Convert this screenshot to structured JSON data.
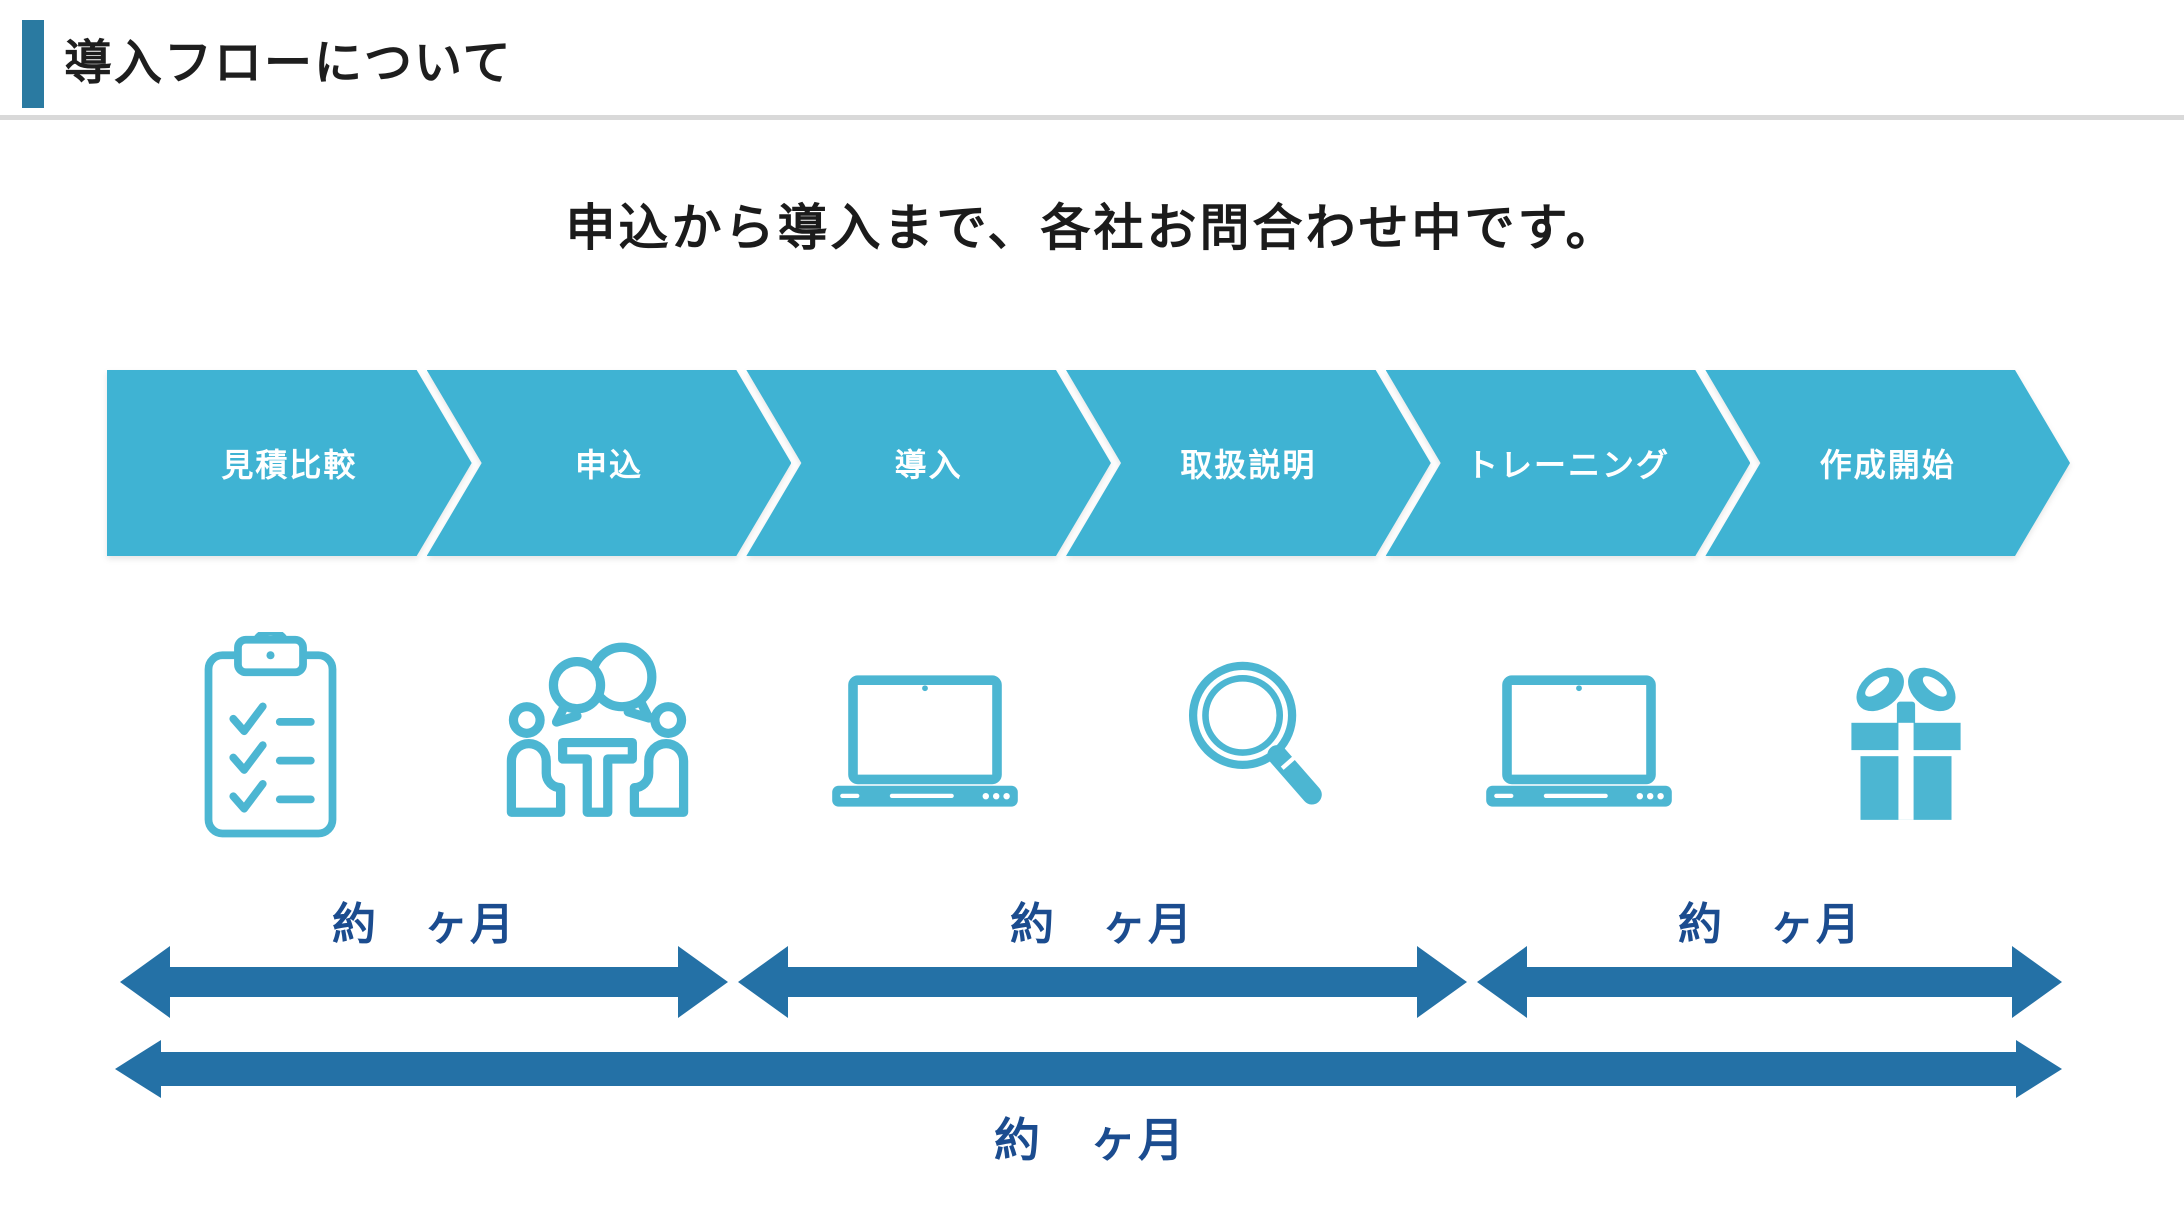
{
  "header": {
    "title": "導入フローについて"
  },
  "subtitle": "申込から導入まで、各社お問合わせ中です。",
  "flow_steps": [
    {
      "label": "見積比較",
      "icon": "checklist-clipboard-icon"
    },
    {
      "label": "申込",
      "icon": "meeting-people-icon"
    },
    {
      "label": "導入",
      "icon": "laptop-icon"
    },
    {
      "label": "取扱説明",
      "icon": "magnifier-icon"
    },
    {
      "label": "トレーニング",
      "icon": "laptop-icon"
    },
    {
      "label": "作成開始",
      "icon": "gift-box-icon"
    }
  ],
  "timeline": {
    "segment_labels": [
      "約　ヶ月",
      "約　ヶ月",
      "約　ヶ月"
    ],
    "total_label": "約　ヶ月"
  },
  "colors": {
    "chevron": "#3FB3D3",
    "icon": "#4CB6D2",
    "arrow": "#2471A6",
    "navy": "#1B4C8F",
    "accent": "#2A7AA1"
  }
}
